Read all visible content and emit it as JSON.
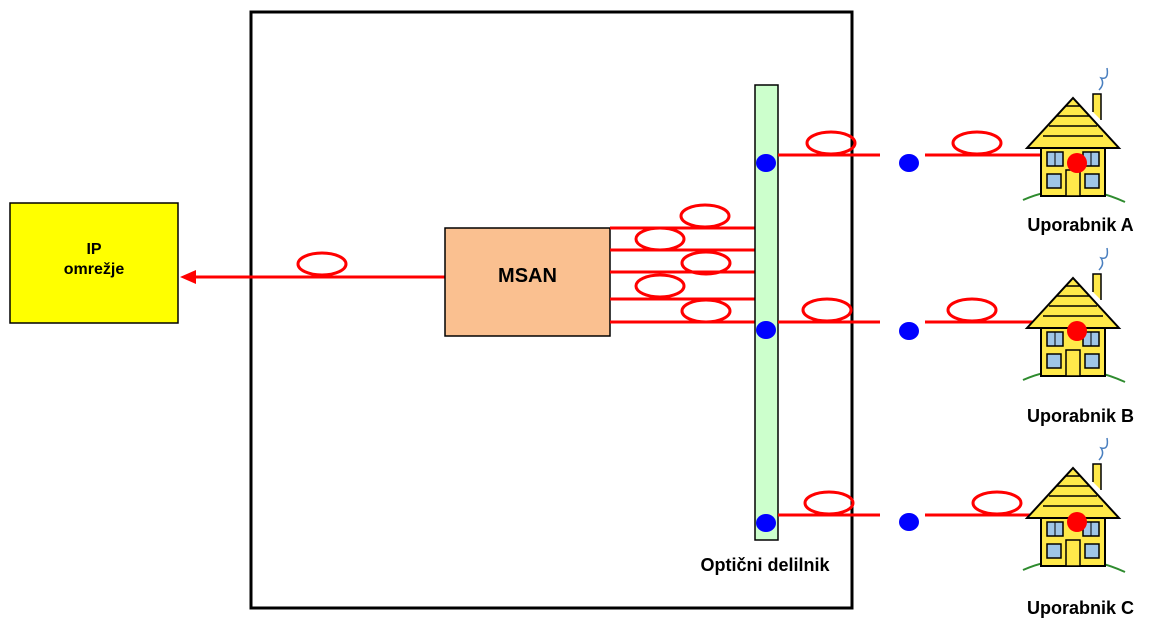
{
  "ip_network": {
    "label_line1": "IP",
    "label_line2": "omrežje",
    "fill": "#ffff00"
  },
  "msan": {
    "label": "MSAN",
    "fill": "#fac090"
  },
  "splitter": {
    "label": "Optični delilnik",
    "fill": "#ccffcc"
  },
  "users": [
    {
      "label": "Uporabnik A"
    },
    {
      "label": "Uporabnik B"
    },
    {
      "label": "Uporabnik C"
    }
  ],
  "colors": {
    "fiber": "#ff0000",
    "connector": "#0000ff",
    "outline": "#000000"
  },
  "icons": {
    "house": "house-icon",
    "arrow": "arrow-head-icon"
  }
}
